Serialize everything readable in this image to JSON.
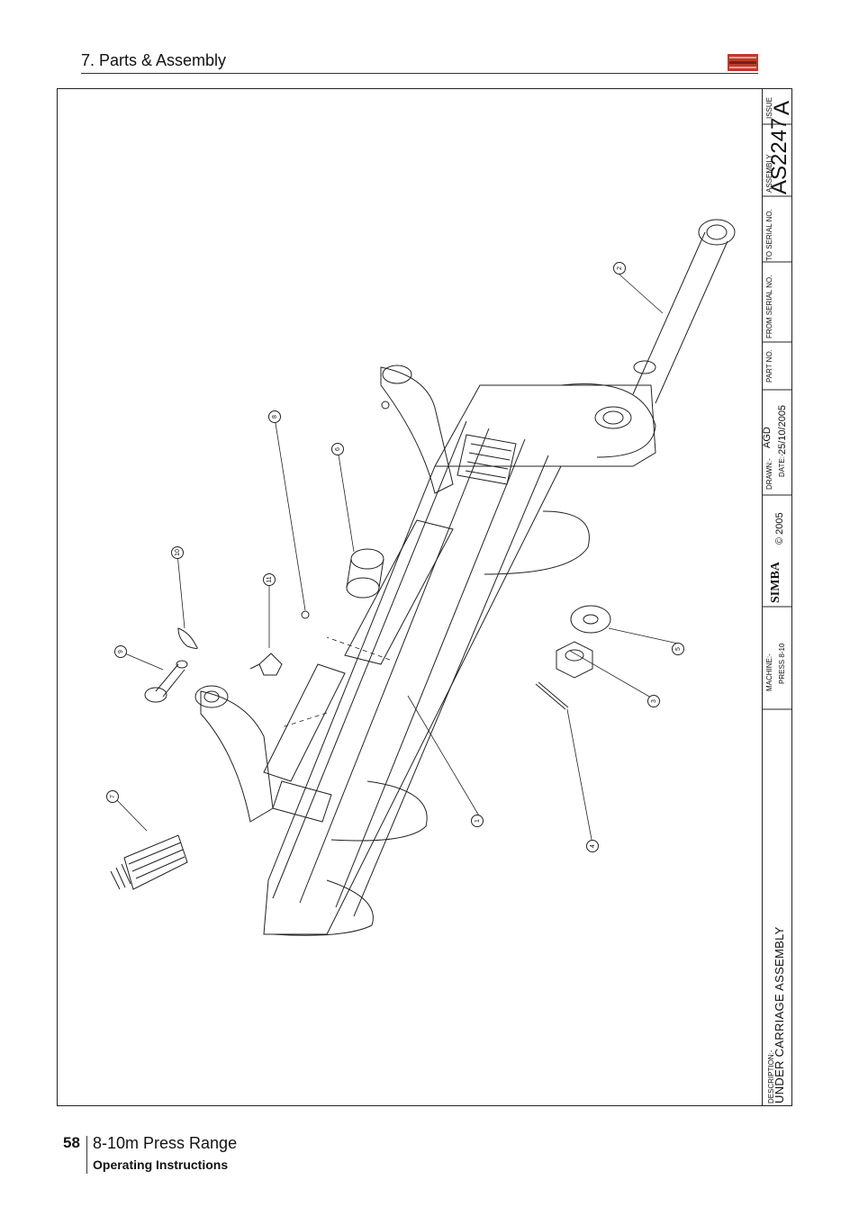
{
  "header": {
    "section_title": "7. Parts & Assembly"
  },
  "title_block": {
    "description_label": "DESCRIPTION:-",
    "description": "UNDER CARRIAGE ASSEMBLY",
    "machine_label": "MACHINE:-",
    "machine": "PRESS 8-10",
    "brand": "SIMBA",
    "copyright": "© 2005",
    "drawn_label": "DRAWN:-",
    "drawn": "AGD",
    "date_label": "DATE:-",
    "date": "25/10/2005",
    "part_no_label": "PART NO.",
    "from_serial_label": "FROM SERIAL NO.",
    "to_serial_label": "TO SERIAL NO.",
    "assembly_label": "ASSEMBLY",
    "assembly_no": "AS2247",
    "issue_label": "ISSUE",
    "issue": "A"
  },
  "balloons": [
    "1",
    "2",
    "3",
    "4",
    "5",
    "6",
    "7",
    "8",
    "9",
    "10",
    "11"
  ],
  "footer": {
    "page_number": "58",
    "product": "8-10m Press Range",
    "doc_type": "Operating Instructions"
  },
  "colors": {
    "line": "#222222",
    "logo_red": "#c0392b"
  }
}
